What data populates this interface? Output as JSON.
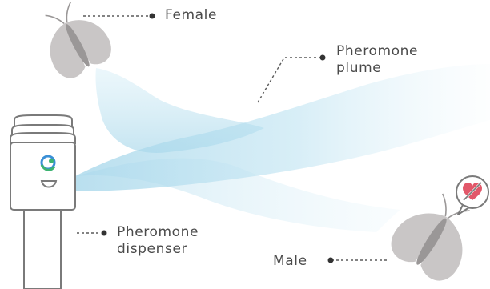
{
  "labels": {
    "female": "Female",
    "plume_line1": "Pheromone",
    "plume_line2": "plume",
    "dispenser_line1": "Pheromone",
    "dispenser_line2": "dispenser",
    "male": "Male"
  },
  "colors": {
    "text": "#4a4a4a",
    "plume": "#9fd3e8",
    "moth_wing": "#c9c6c6",
    "moth_body": "#9a9797",
    "dispenser_outline": "#7a7a7a",
    "heart": "#e2586a",
    "icon_blue": "#3a8fd6",
    "icon_green": "#3cb371"
  },
  "icons": {
    "female_moth": "moth-icon",
    "male_moth": "moth-icon",
    "dispenser_logo": "leaf-logo-icon",
    "no_mating": "crossed-heart-icon"
  }
}
